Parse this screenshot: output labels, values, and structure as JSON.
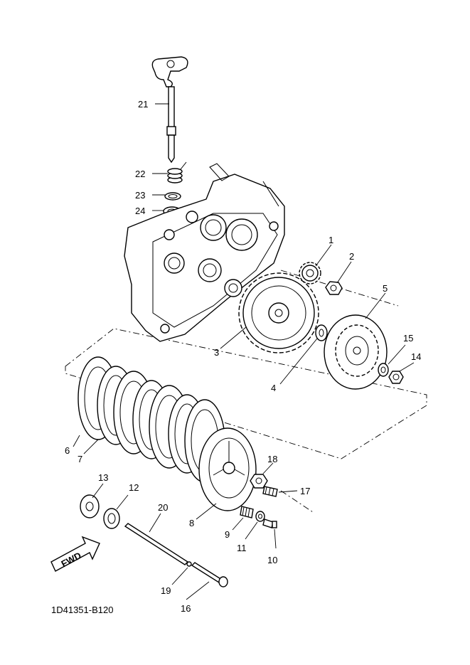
{
  "diagram_code": "1D41351-B120",
  "fwd_label": "FWD",
  "callouts": {
    "c1": "1",
    "c2": "2",
    "c3": "3",
    "c4": "4",
    "c5": "5",
    "c6": "6",
    "c7": "7",
    "c8": "8",
    "c9": "9",
    "c10": "10",
    "c11": "11",
    "c12": "12",
    "c13": "13",
    "c14": "14",
    "c15": "15",
    "c16": "16",
    "c17": "17",
    "c18": "18",
    "c19": "19",
    "c20": "20",
    "c21": "21",
    "c22": "22",
    "c23": "23",
    "c24": "24"
  }
}
